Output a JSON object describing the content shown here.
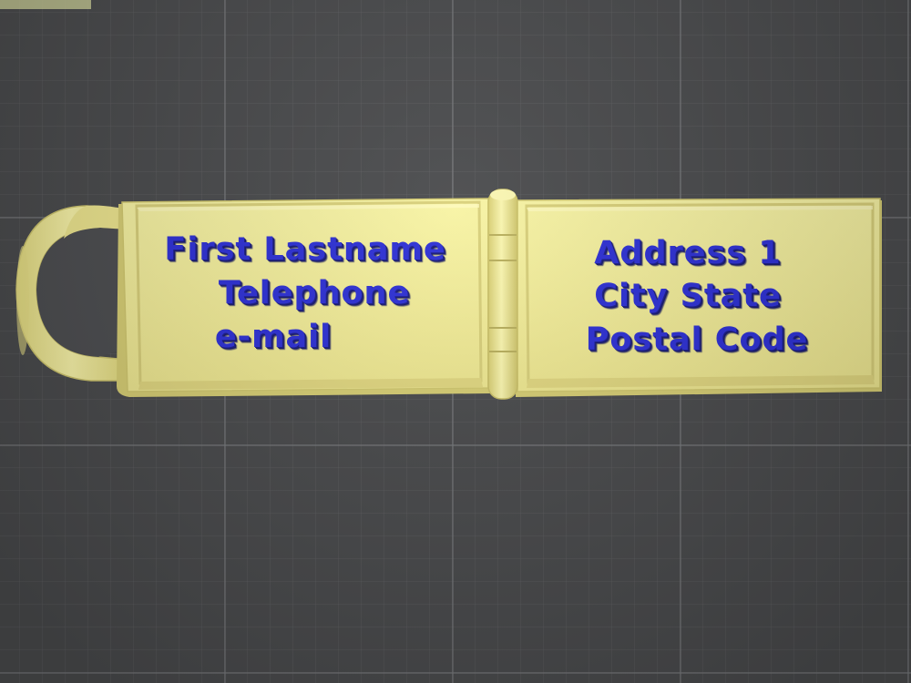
{
  "scene": {
    "bed_color": "#494a4c",
    "grid_color": "#787a7d",
    "part_color": "#f4f19a",
    "text_color": "#2c2fd6"
  },
  "tag": {
    "left_panel": {
      "lines": [
        "First Lastname",
        "Telephone",
        "e-mail"
      ]
    },
    "right_panel": {
      "lines": [
        "Address 1",
        "City State",
        "Postal Code"
      ]
    }
  }
}
